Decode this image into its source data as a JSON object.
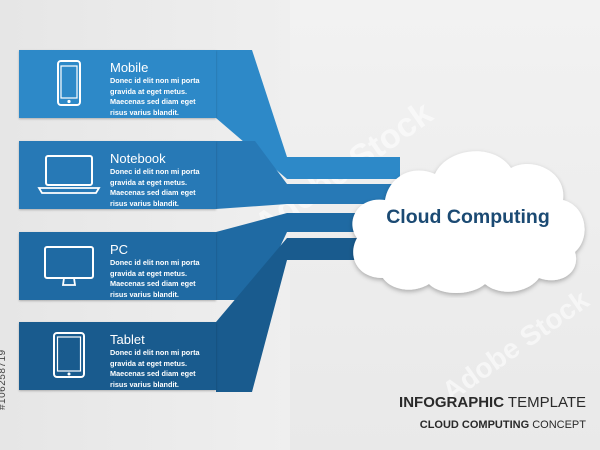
{
  "items": [
    {
      "title": "Mobile",
      "icon": "smartphone-icon",
      "desc": [
        "Donec id elit non mi porta",
        "gravida at eget metus.",
        "Maecenas sed diam eget",
        "risus varius blandit."
      ]
    },
    {
      "title": "Notebook",
      "icon": "laptop-icon",
      "desc": [
        "Donec id elit non mi porta",
        "gravida at eget metus.",
        "Maecenas sed diam eget",
        "risus varius blandit."
      ]
    },
    {
      "title": "PC",
      "icon": "desktop-monitor-icon",
      "desc": [
        "Donec id elit non mi porta",
        "gravida at eget metus.",
        "Maecenas sed diam eget",
        "risus varius blandit."
      ]
    },
    {
      "title": "Tablet",
      "icon": "tablet-icon",
      "desc": [
        "Donec id elit non mi porta",
        "gravida at eget metus.",
        "Maecenas sed diam eget",
        "risus varius blandit."
      ]
    }
  ],
  "cloud": {
    "label": "Cloud Computing"
  },
  "footer": {
    "line1_bold": "INFOGRAPHIC",
    "line1_rest": " TEMPLATE",
    "line2_bold": "CLOUD COMPUTING",
    "line2_rest": " CONCEPT"
  },
  "stock_id": "#106258719",
  "watermark_text": "Adobe Stock",
  "colors": {
    "blue1": "#2d89c8",
    "blue2": "#2779b6",
    "blue3": "#1f6aa3",
    "blue4": "#195b8e",
    "cloud": "#ffffff",
    "cloud_text": "#1b4a73"
  }
}
